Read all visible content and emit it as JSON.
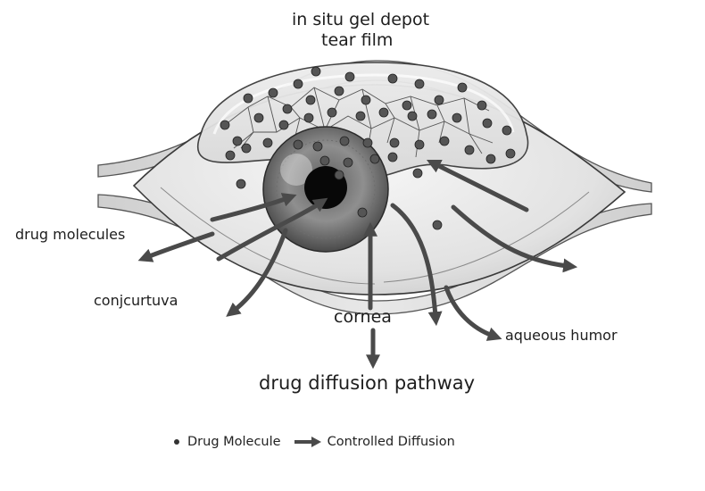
{
  "labels": {
    "gel_depot": "in situ gel depot",
    "tear_film": "tear film",
    "drug_molecules": "drug molecules",
    "conjunctiva": "conjcurtuva",
    "cornea": "cornea",
    "aqueous_humor": "aqueous humor",
    "pathway": "drug diffusion pathway"
  },
  "legend": {
    "drug_molecule": "Drug Molecule",
    "controlled_diffusion": "Controlled Diffusion"
  },
  "colors": {
    "arrow": "#4a4a4a",
    "molecule": "#555555",
    "pupil": "#080808",
    "sclera": "#eeeeee"
  }
}
